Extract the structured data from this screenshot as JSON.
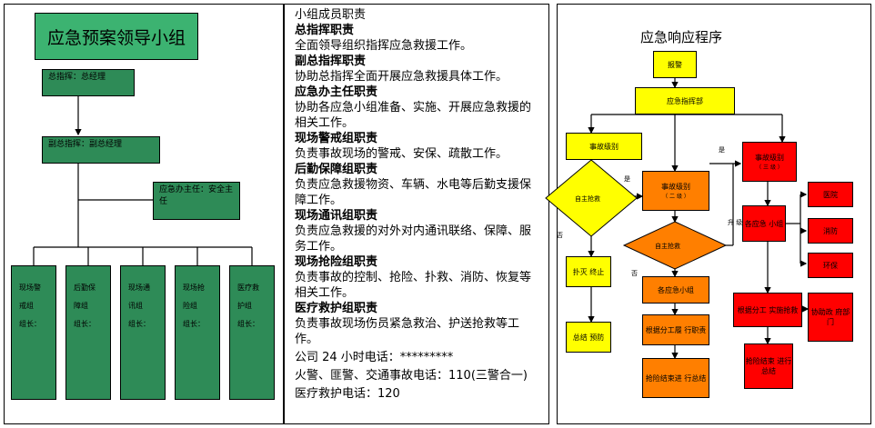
{
  "left_panel": {
    "title": "应急预案领导小组",
    "commander": "总指挥：总经理",
    "deputy": "副总指挥：副总经理",
    "office": "应急办主任：安全主任",
    "teams": [
      {
        "line1": "现场警",
        "line2": "戒组",
        "line3": "组长："
      },
      {
        "line1": "后勤保",
        "line2": "障组",
        "line3": "组长："
      },
      {
        "line1": "现场通",
        "line2": "讯组",
        "line3": "组长："
      },
      {
        "line1": "现场抢",
        "line2": "险组",
        "line3": "组长："
      },
      {
        "line1": "医疗救",
        "line2": "护组",
        "line3": "组长："
      }
    ]
  },
  "middle_panel": {
    "heading": "小组成员职责",
    "sections": [
      {
        "title": "总指挥职责",
        "text": "全面领导组织指挥应急救援工作。"
      },
      {
        "title": "副总指挥职责",
        "text": "协助总指挥全面开展应急救援具体工作。"
      },
      {
        "title": "应急办主任职责",
        "text": "协助各应急小组准备、实施、开展应急救援的相关工作。"
      },
      {
        "title": "现场警戒组职责",
        "text": "负责事故现场的警戒、安保、疏散工作。"
      },
      {
        "title": "后勤保障组职责",
        "text": "负责应急救援物资、车辆、水电等后勤支援保障工作。"
      },
      {
        "title": "现场通讯组职责",
        "text": "负责应急救援的对外对内通讯联络、保障、服务工作。"
      },
      {
        "title": "现场抢险组职责",
        "text": "负责事故的控制、抢险、扑救、消防、恢复等相关工作。"
      },
      {
        "title": "医疗救护组职责",
        "text": "负责事故现场伤员紧急救治、护送抢救等工作。"
      }
    ],
    "phones": [
      "公司 24 小时电话：*********",
      "火警、匪警、交通事故电话：110(三警合一)",
      "医疗救护电话：120"
    ]
  },
  "right_panel": {
    "title": "应急响应程序",
    "report": "报警",
    "command": "应急指挥部",
    "level1": "事故级别",
    "rescue1": "自主抢救",
    "level2": "事故级别",
    "level2_sub": "（ 二 级 ）",
    "rescue2": "自主抢救",
    "level3": "事故级别",
    "level3_sub": "（ 三 级 ）",
    "upgrade": "升 级",
    "no_label": "否",
    "yes_label": "是",
    "raise_stop": "扑灭 终止",
    "record": "总结 预防",
    "teams": "各应急小组",
    "teams2": "各应急 小组",
    "tasks": "根据分工履 行职责",
    "summary": "抢险结束进 行总结",
    "medical": "医院",
    "fire": "消防",
    "env": "环保",
    "divide": "根据分工 实施抢救",
    "assist": "协助政 府部门",
    "summary2": "抢险结束 进行总结"
  }
}
